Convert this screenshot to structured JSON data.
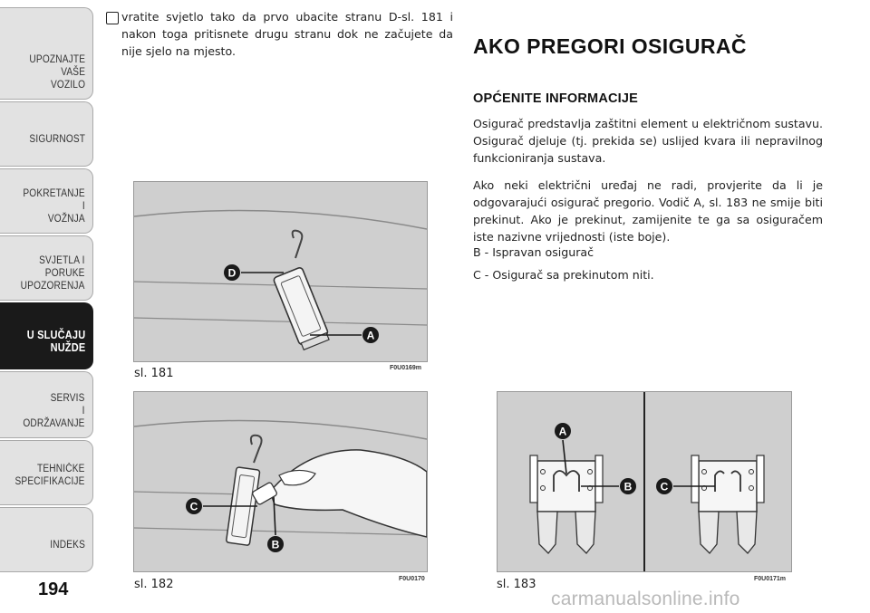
{
  "sidebar": {
    "tabs": [
      {
        "label": "UPOZNAJTE\nVAŠE\nVOZILO",
        "active": false
      },
      {
        "label": "SIGURNOST",
        "active": false
      },
      {
        "label": "POKRETANJE\nI\nVOŽNJA",
        "active": false
      },
      {
        "label": "SVJETLA I\nPORUKE\nUPOZORENJA",
        "active": false
      },
      {
        "label": "U SLUČAJU\nNUŽDE",
        "active": true
      },
      {
        "label": "SERVIS\nI\nODRŽAVANJE",
        "active": false
      },
      {
        "label": "TEHNIČKE\nSPECIFIKACIJE",
        "active": false
      },
      {
        "label": "INDEKS",
        "active": false
      }
    ],
    "page_number": "194"
  },
  "left_column": {
    "bullet_text": "vratite svjetlo tako da prvo ubacite stranu D-sl. 181 i nakon toga pritisnete drugu stranu dok ne začujete da nije sjelo na mjesto.",
    "figures": [
      {
        "caption": "sl. 181",
        "code": "F0U0169m",
        "labels": [
          "D",
          "A"
        ]
      },
      {
        "caption": "sl. 182",
        "code": "F0U0170",
        "labels": [
          "C",
          "B"
        ]
      }
    ]
  },
  "right_column": {
    "heading": "AKO PREGORI OSIGURAČ",
    "subheading": "OPĆENITE INFORMACIJE",
    "paragraphs": [
      "Osigurač predstavlja zaštitni element u električnom sustavu. Osigurač djeluje (tj. prekida se) uslijed kvara ili nepravilnog funkcioniranja sustava.",
      "Ako neki električni uređaj ne radi, provjerite da li je odgovarajući osigurač pregorio. Vodič A, sl. 183 ne smije biti prekinut. Ako je prekinut, zamijenite te ga sa osiguračem iste nazivne vrijednosti (iste boje).",
      "B - Ispravan osigurač",
      "C - Osigurač sa prekinutom niti."
    ],
    "figure": {
      "caption": "sl. 183",
      "code": "F0U0171m",
      "labels": [
        "A",
        "B",
        "C"
      ]
    }
  },
  "watermark": "carmanualsonline.info",
  "colors": {
    "tab_bg": "#e2e2e2",
    "tab_active_bg": "#1a1a1a",
    "figure_bg": "#cfcfcf",
    "callout": "#1a1a1a"
  }
}
